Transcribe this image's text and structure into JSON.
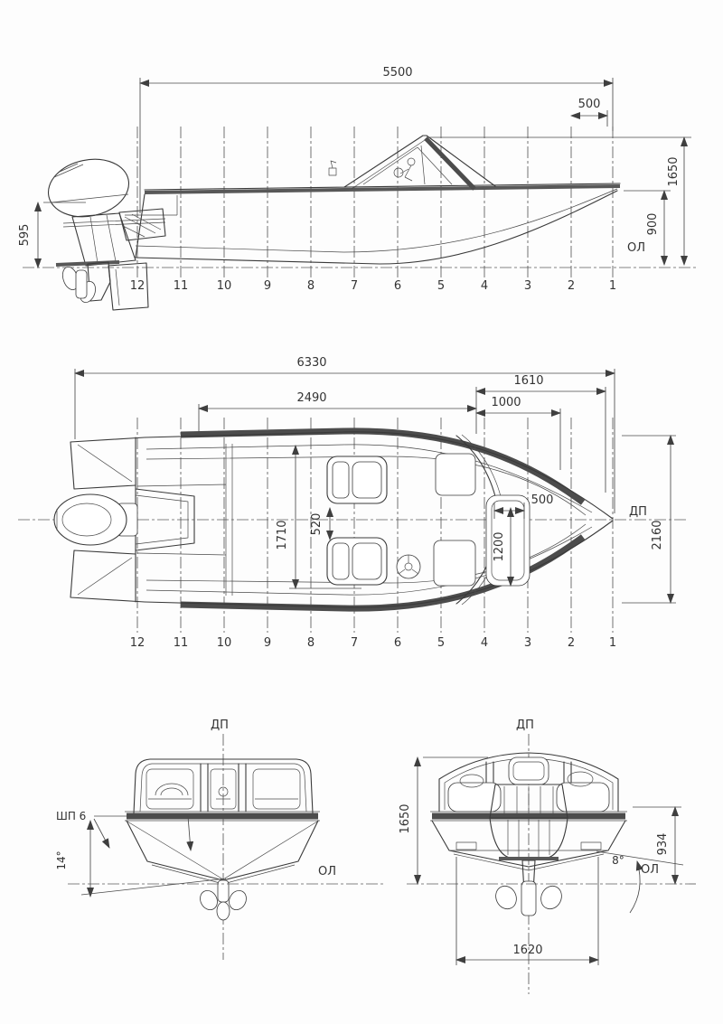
{
  "drawing": {
    "type": "boat-general-arrangement-blueprint",
    "background_color": "#fdfdfd",
    "line_color": "#3a3a3a",
    "accent_dark": "#4c4c4c"
  },
  "stations": [
    "12",
    "11",
    "10",
    "9",
    "8",
    "7",
    "6",
    "5",
    "4",
    "3",
    "2",
    "1"
  ],
  "side_view": {
    "dim_overall_length": "5500",
    "dim_bow_overhang": "500",
    "dim_height_overall": "1650",
    "dim_freeboard_bow": "900",
    "dim_motor_height": "595",
    "baseline_label": "ОЛ"
  },
  "plan_view": {
    "dim_overall_length": "6330",
    "dim_cockpit_length": "2490",
    "dim_bow_deck": "1610",
    "dim_bow_inner": "1000",
    "dim_hatch_width": "500",
    "dim_hatch_length": "1200",
    "dim_cockpit_width": "1710",
    "dim_seat_gap": "520",
    "dim_beam": "2160",
    "centerline_label": "ДП"
  },
  "bow_view": {
    "centerline_label": "ДП",
    "waterline_label": "ОЛ",
    "frame_label": "ШП 6",
    "deadrise_angle": "14°"
  },
  "stern_view": {
    "centerline_label": "ДП",
    "waterline_label": "ОЛ",
    "dim_height": "1650",
    "dim_transom_height": "934",
    "dim_bottom_width": "1620",
    "deadrise_angle": "8°"
  }
}
